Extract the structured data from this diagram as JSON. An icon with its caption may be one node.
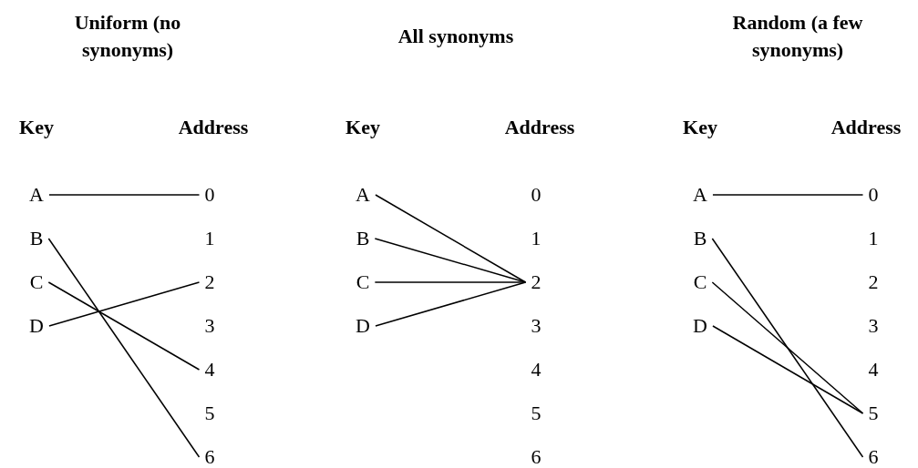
{
  "diagram": {
    "nodes": [
      {
        "text": [
          "A"
        ]
      },
      {
        "text": [
          "B"
        ]
      },
      {
        "text": [
          "C"
        ]
      },
      {
        "text": [
          "D"
        ]
      },
      {
        "text": [
          "0"
        ]
      },
      {
        "text": [
          "1"
        ]
      },
      {
        "text": [
          "2"
        ]
      },
      {
        "text": [
          "3"
        ]
      },
      {
        "text": [
          "4"
        ]
      },
      {
        "text": [
          "5"
        ]
      },
      {
        "text": [
          "6"
        ]
      },
      {
        "text": [
          "A"
        ]
      },
      {
        "text": [
          "B"
        ]
      },
      {
        "text": [
          "C"
        ]
      },
      {
        "text": [
          "D"
        ]
      },
      {
        "text": [
          "0"
        ]
      },
      {
        "text": [
          "1"
        ]
      },
      {
        "text": [
          "2"
        ]
      },
      {
        "text": [
          "3"
        ]
      },
      {
        "text": [
          "4"
        ]
      },
      {
        "text": [
          "5"
        ]
      },
      {
        "text": [
          "6"
        ]
      },
      {
        "text": [
          "A"
        ]
      },
      {
        "text": [
          "B"
        ]
      },
      {
        "text": [
          "C"
        ]
      },
      {
        "text": [
          "D"
        ]
      },
      {
        "text": [
          "0"
        ]
      },
      {
        "text": [
          "1"
        ]
      },
      {
        "text": [
          "2"
        ]
      },
      {
        "text": [
          "3"
        ]
      },
      {
        "text": [
          "4"
        ]
      },
      {
        "text": [
          "5"
        ]
      },
      {
        "text": [
          "6"
        ]
      }
    ],
    "edges": [
      {
        "from": 0,
        "to": 4,
        "arrow": "none"
      },
      {
        "from": 1,
        "to": 10,
        "arrow": "none"
      },
      {
        "from": 2,
        "to": 8,
        "arrow": "none"
      },
      {
        "from": 3,
        "to": 6,
        "arrow": "none"
      },
      {
        "from": 11,
        "to": 17,
        "arrow": "none"
      },
      {
        "from": 12,
        "to": 17,
        "arrow": "none"
      },
      {
        "from": 13,
        "to": 17,
        "arrow": "none"
      },
      {
        "from": 14,
        "to": 17,
        "arrow": "none"
      },
      {
        "from": 22,
        "to": 26,
        "arrow": "none"
      },
      {
        "from": 23,
        "to": 32,
        "arrow": "none"
      },
      {
        "from": 24,
        "to": 31,
        "arrow": "none"
      },
      {
        "from": 25,
        "to": 31,
        "arrow": "none"
      }
    ],
    "labels": [
      "Uniform (no synonyms)",
      "All synonyms",
      "Random (a few synonyms)",
      "Key",
      "Address",
      "Key",
      "Address",
      "Key",
      "Address"
    ]
  }
}
